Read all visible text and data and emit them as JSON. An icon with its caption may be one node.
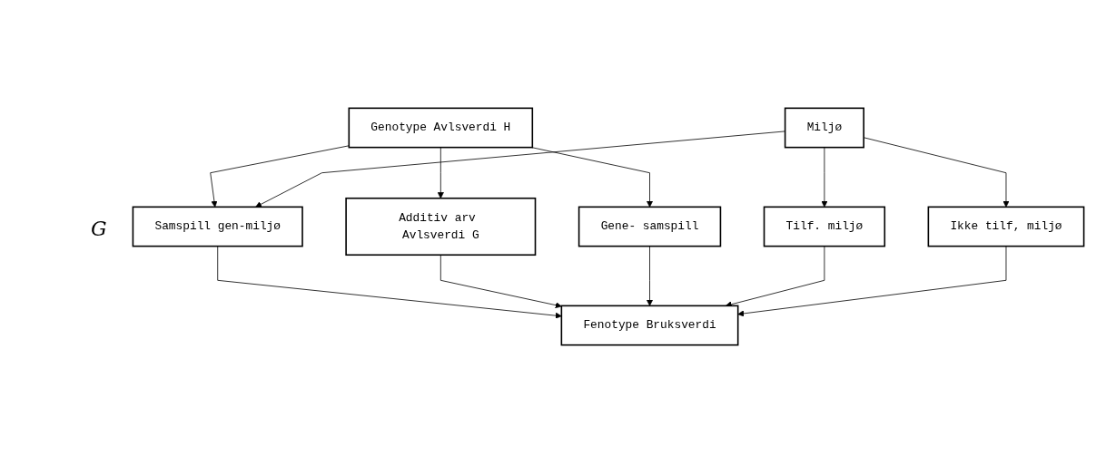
{
  "diagram": {
    "nodes": [
      {
        "text": [
          "Genotype Avlsverdi H"
        ]
      },
      {
        "text": [
          "Samspill gen-miljø"
        ]
      },
      {
        "text": [
          "Miljø"
        ]
      },
      {
        "text": [
          "Additiv arv Avlsverdi G"
        ]
      },
      {
        "text": [
          "Gene- samspill"
        ]
      },
      {
        "text": [
          "Tilf. miljø"
        ]
      },
      {
        "text": [
          "Ikke tilf, miljø"
        ]
      },
      {
        "text": [
          "Fenotype Bruksverdi"
        ]
      }
    ],
    "edges": [
      {
        "from": 0,
        "to": 1,
        "arrow": "to"
      },
      {
        "from": 2,
        "to": 1,
        "arrow": "to"
      },
      {
        "from": 0,
        "to": 3,
        "arrow": "to"
      },
      {
        "from": 0,
        "to": 4,
        "arrow": "to"
      },
      {
        "from": 2,
        "to": 5,
        "arrow": "to"
      },
      {
        "from": 2,
        "to": 6,
        "arrow": "to"
      },
      {
        "from": 1,
        "to": 7,
        "arrow": "to"
      },
      {
        "from": 3,
        "to": 7,
        "arrow": "to"
      },
      {
        "from": 4,
        "to": 7,
        "arrow": "to"
      },
      {
        "from": 5,
        "to": 7,
        "arrow": "to"
      },
      {
        "from": 6,
        "to": 7,
        "arrow": "to"
      }
    ],
    "labels": [
      "G"
    ]
  }
}
